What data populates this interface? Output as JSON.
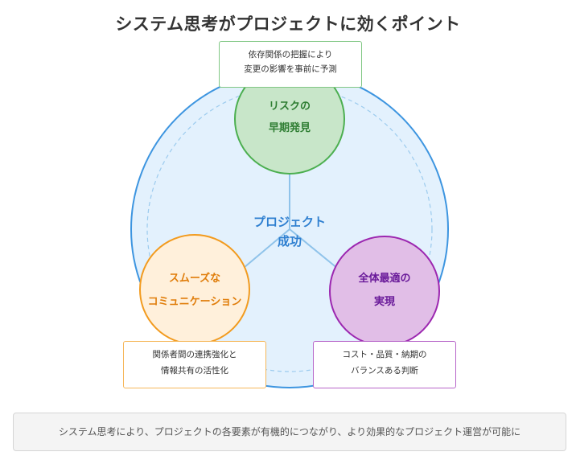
{
  "title": "システム思考がプロジェクトに効くポイント",
  "center": {
    "line1": "プロジェクト",
    "line2": "成功"
  },
  "nodes": {
    "risk": {
      "line1": "リスクの",
      "line2": "早期発見",
      "note_line1": "依存関係の把握により",
      "note_line2": "変更の影響を事前に予測",
      "color": "#4caf50"
    },
    "communication": {
      "line1": "スムーズな",
      "line2": "コミュニケーション",
      "note_line1": "関係者間の連携強化と",
      "note_line2": "情報共有の活性化",
      "color": "#f29b1f"
    },
    "optimization": {
      "line1": "全体最適の",
      "line2": "実現",
      "note_line1": "コスト・品質・納期の",
      "note_line2": "バランスある判断",
      "color": "#9c27b0"
    }
  },
  "footer": "システム思考により、プロジェクトの各要素が有機的につながり、より効果的なプロジェクト運営が可能に",
  "colors": {
    "outer_circle": "#3d95e0",
    "outer_fill": "#e3f1fd",
    "connector": "#8fc3ea"
  }
}
